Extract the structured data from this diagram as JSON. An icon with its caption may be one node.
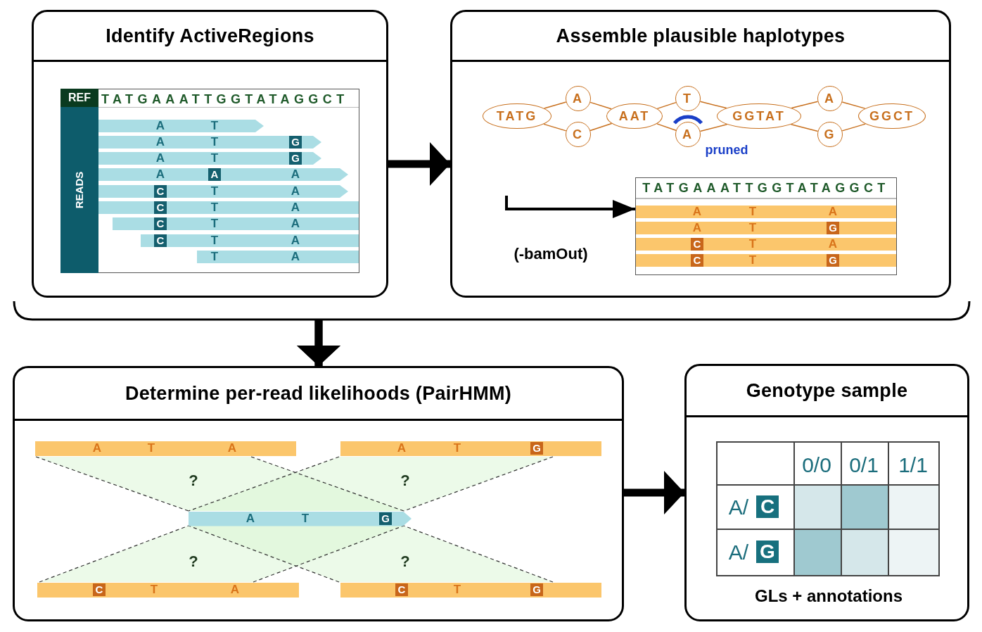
{
  "diagram": {
    "nodes": [
      {
        "text": [
          "Identify ActiveRegions"
        ]
      },
      {
        "text": [
          "Assemble plausible haplotypes"
        ]
      },
      {
        "text": [
          "Determine per-read likelihoods (PairHMM)"
        ]
      },
      {
        "text": [
          "Genotype sample"
        ]
      },
      {
        "text": [
          "TATG"
        ],
        "in": 1
      },
      {
        "text": [
          "A"
        ],
        "in": 1
      },
      {
        "text": [
          "C"
        ],
        "in": 1
      },
      {
        "text": [
          "AAT"
        ],
        "in": 1
      },
      {
        "text": [
          "T"
        ],
        "in": 1
      },
      {
        "text": [
          "A"
        ],
        "in": 1
      },
      {
        "text": [
          "GGTAT"
        ],
        "in": 1
      },
      {
        "text": [
          "A"
        ],
        "in": 1
      },
      {
        "text": [
          "G"
        ],
        "in": 1
      },
      {
        "text": [
          "GGCT"
        ],
        "in": 1
      },
      {
        "text": [
          "TATGAAATTGGTATAGGCT"
        ],
        "in": 1
      }
    ],
    "edges": [
      {
        "from": 4,
        "to": 5,
        "arrow": "none"
      },
      {
        "from": 4,
        "to": 6,
        "arrow": "none"
      },
      {
        "from": 5,
        "to": 7,
        "arrow": "none"
      },
      {
        "from": 6,
        "to": 7,
        "arrow": "none"
      },
      {
        "from": 7,
        "to": 8,
        "arrow": "none"
      },
      {
        "from": 7,
        "to": 9,
        "arrow": "none"
      },
      {
        "from": 8,
        "to": 10,
        "arrow": "none"
      },
      {
        "from": 9,
        "to": 10,
        "arrow": "none"
      },
      {
        "from": 10,
        "to": 11,
        "arrow": "none"
      },
      {
        "from": 10,
        "to": 12,
        "arrow": "none"
      },
      {
        "from": 11,
        "to": 13,
        "arrow": "none"
      },
      {
        "from": 12,
        "to": 13,
        "arrow": "none"
      },
      {
        "from": 0,
        "to": 1,
        "arrow": "to",
        "style": "thick",
        "color": "#000000"
      },
      {
        "from": null,
        "to": 14,
        "arrow": "to",
        "style": "thick",
        "color": "#000000"
      },
      {
        "from": 0,
        "to": 2,
        "arrow": "to",
        "color": "#000000"
      },
      {
        "from": 1,
        "to": 2,
        "arrow": "to",
        "color": "#000000"
      },
      {
        "from": 2,
        "to": 3,
        "arrow": "to",
        "style": "thick",
        "color": "#000000"
      }
    ],
    "labels": [
      "REF",
      "TATGAAATTGGTATAGGCT",
      "READS",
      "A",
      "T",
      "A",
      "T",
      "G",
      "A",
      "T",
      "G",
      "A",
      "A",
      "A",
      "C",
      "T",
      "A",
      "C",
      "T",
      "A",
      "C",
      "T",
      "A",
      "C",
      "T",
      "A",
      "T",
      "A",
      "pruned",
      "A",
      "T",
      "A",
      "A",
      "T",
      "G",
      "C",
      "T",
      "A",
      "C",
      "T",
      "G",
      "(-bamOut)",
      "A",
      "T",
      "A",
      "A",
      "T",
      "G",
      "?",
      "?",
      "A",
      "T",
      "G",
      "?",
      "?",
      "C",
      "T",
      "A",
      "C",
      "T",
      "G",
      "0/0",
      "0/1",
      "1/1",
      "A/",
      "C",
      "A/",
      "G",
      "GLs + annotations"
    ]
  }
}
